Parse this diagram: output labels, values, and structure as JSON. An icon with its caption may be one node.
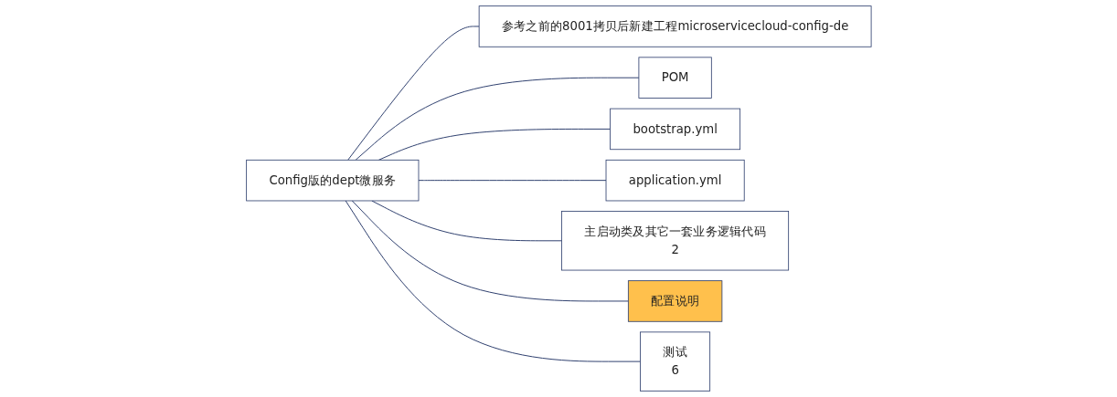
{
  "diagram": {
    "nodes": [
      {
        "text": [
          "Config版的dept微服务"
        ]
      },
      {
        "text": [
          "参考之前的8001拷贝后新建工程microservicecloud-config-de"
        ]
      },
      {
        "text": [
          "POM"
        ]
      },
      {
        "text": [
          "bootstrap.yml"
        ]
      },
      {
        "text": [
          "application.yml"
        ]
      },
      {
        "text": [
          "主启动类及其它一套业务逻辑代码",
          "2"
        ]
      },
      {
        "text": [
          "配置说明"
        ]
      },
      {
        "text": [
          "测试",
          "6"
        ]
      }
    ],
    "edges": [
      {
        "from": 0,
        "to": 1,
        "arrow": "none"
      },
      {
        "from": 0,
        "to": 2,
        "arrow": "none"
      },
      {
        "from": 0,
        "to": 3,
        "arrow": "none"
      },
      {
        "from": 0,
        "to": 4,
        "arrow": "none"
      },
      {
        "from": 0,
        "to": 5,
        "arrow": "none"
      },
      {
        "from": 0,
        "to": 6,
        "arrow": "none"
      },
      {
        "from": 0,
        "to": 7,
        "arrow": "none"
      }
    ]
  }
}
